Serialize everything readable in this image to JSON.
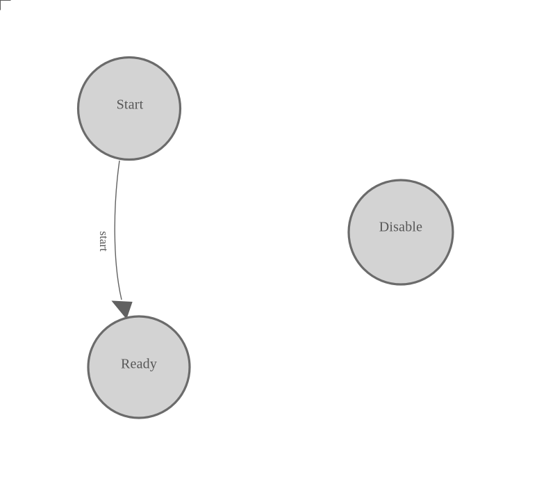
{
  "diagram": {
    "type": "state-machine",
    "nodes": [
      {
        "id": "start",
        "label": "Start"
      },
      {
        "id": "ready",
        "label": "Ready"
      },
      {
        "id": "disable",
        "label": "Disable"
      }
    ],
    "edges": [
      {
        "from": "start",
        "to": "ready",
        "label": "start"
      }
    ],
    "colors": {
      "background": "#ffffff",
      "node_fill": "#d3d3d3",
      "node_stroke": "#6b6b6b",
      "label_text": "#575757",
      "edge_stroke": "#616161",
      "arrowhead_fill": "#616161",
      "corner_marker": "#5a5a5a"
    }
  }
}
